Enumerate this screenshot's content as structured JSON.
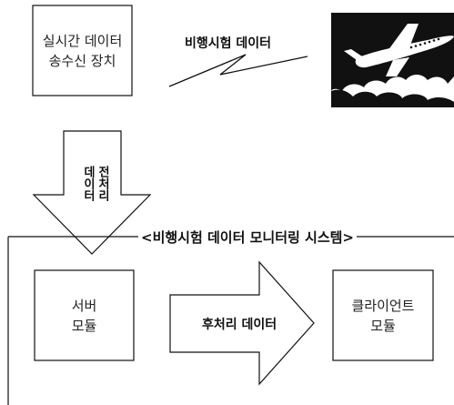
{
  "diagram": {
    "transceiver": {
      "line1": "실시간 데이터",
      "line2": "송수신 장치"
    },
    "flight_data_label": "비행시험 데이터",
    "preprocessed_label": {
      "line1": "전처리",
      "line2": "데이터"
    },
    "system_title": "<비행시험 데이터 모니터링 시스템>",
    "server_module": {
      "line1": "서버",
      "line2": "모듈"
    },
    "postprocessed_label": "후처리 데이터",
    "client_module": {
      "line1": "클라이언트",
      "line2": "모듈"
    }
  },
  "colors": {
    "stroke": "#111111",
    "background": "#ffffff",
    "silhouette": "#111111"
  },
  "icons": {
    "airplane": "airplane-in-clouds-icon",
    "signal": "lightning-bolt-icon"
  }
}
